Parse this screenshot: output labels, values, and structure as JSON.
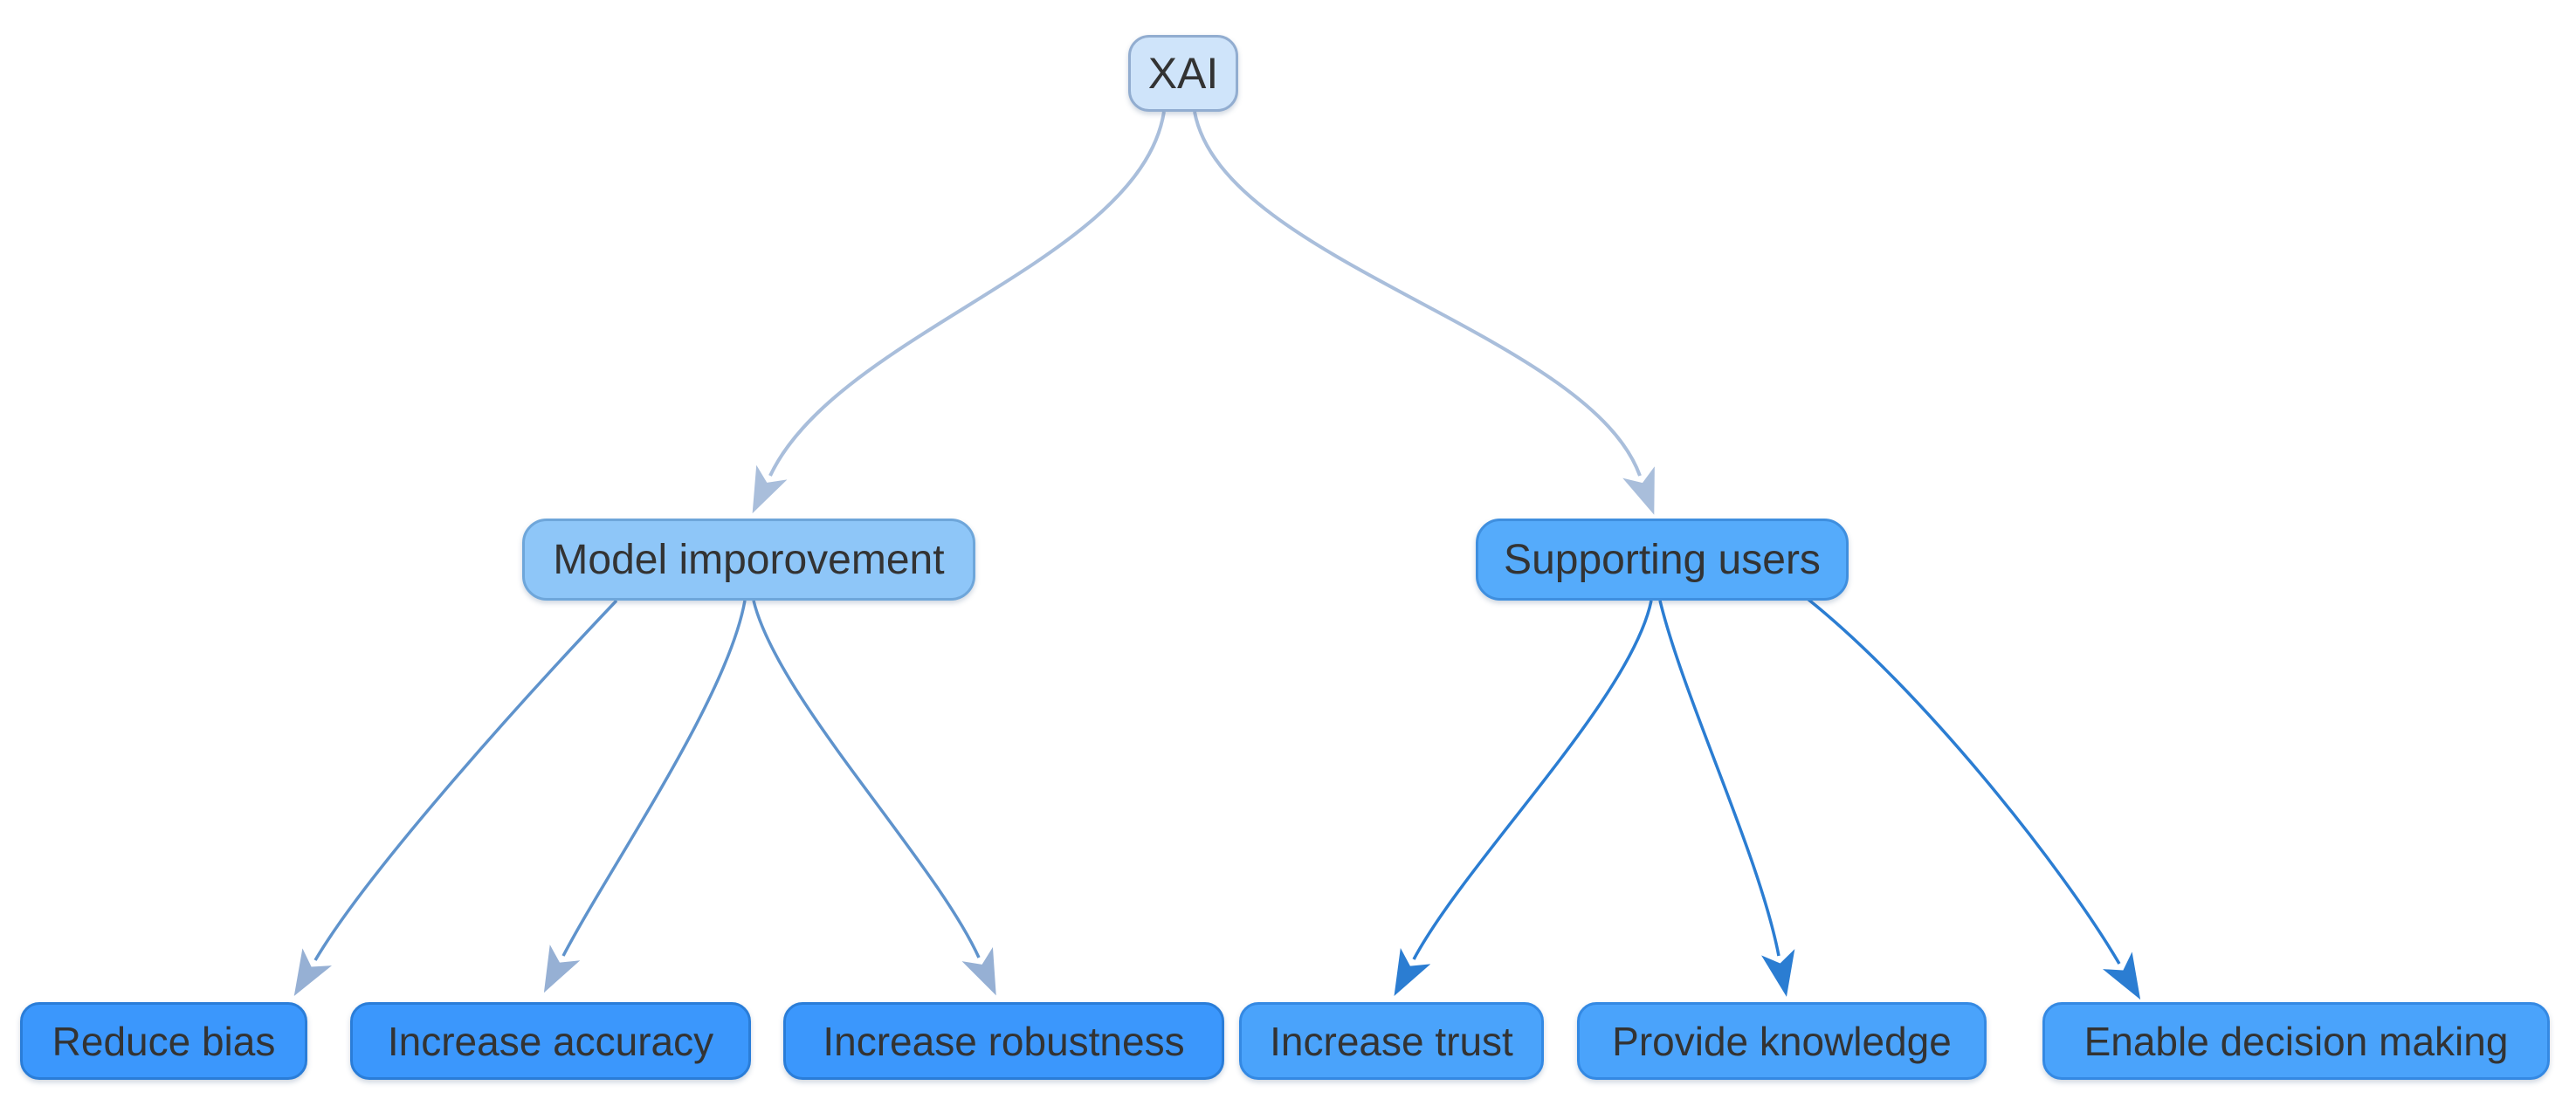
{
  "diagram": {
    "type": "tree",
    "background": "#ffffff",
    "text_color": "#333333",
    "nodes": {
      "xai": {
        "label": "XAI",
        "fill": "#cfe4fa",
        "border": "#92add0"
      },
      "model_improvement": {
        "label": "Model imporovement",
        "fill": "#8ec6f8",
        "border": "#6ea6da"
      },
      "supporting_users": {
        "label": "Supporting users",
        "fill": "#55abfb",
        "border": "#3f8fdf"
      },
      "reduce_bias": {
        "label": "Reduce bias",
        "fill": "#3b97fc",
        "border": "#2a7dd8"
      },
      "increase_accuracy": {
        "label": "Increase accuracy",
        "fill": "#3b97fc",
        "border": "#2a7dd8"
      },
      "increase_robustness": {
        "label": "Increase robustness",
        "fill": "#3b97fc",
        "border": "#2a7dd8"
      },
      "increase_trust": {
        "label": "Increase trust",
        "fill": "#4aa3fb",
        "border": "#3489e3"
      },
      "provide_knowledge": {
        "label": "Provide knowledge",
        "fill": "#4aa3fb",
        "border": "#3489e3"
      },
      "enable_decision_making": {
        "label": "Enable decision making",
        "fill": "#4aa3fb",
        "border": "#3489e3"
      }
    },
    "edges": [
      {
        "from": "xai",
        "to": "model_improvement",
        "color": "#a9bedb",
        "arrow": "#a9bedb"
      },
      {
        "from": "xai",
        "to": "supporting_users",
        "color": "#a9bedb",
        "arrow": "#a9bedb"
      },
      {
        "from": "model_improvement",
        "to": "reduce_bias",
        "color": "#5f93cc",
        "arrow": "#96b0d4"
      },
      {
        "from": "model_improvement",
        "to": "increase_accuracy",
        "color": "#5f93cc",
        "arrow": "#96b0d4"
      },
      {
        "from": "model_improvement",
        "to": "increase_robustness",
        "color": "#5f93cc",
        "arrow": "#96b0d4"
      },
      {
        "from": "supporting_users",
        "to": "increase_trust",
        "color": "#2b7dd2",
        "arrow": "#2b7dd2"
      },
      {
        "from": "supporting_users",
        "to": "provide_knowledge",
        "color": "#2b7dd2",
        "arrow": "#2b7dd2"
      },
      {
        "from": "supporting_users",
        "to": "enable_decision_making",
        "color": "#2b7dd2",
        "arrow": "#2b7dd2"
      }
    ],
    "arrowheads": {
      "light": "#a9bedb",
      "mid": "#96b0d4",
      "blue": "#2b7dd2"
    }
  }
}
